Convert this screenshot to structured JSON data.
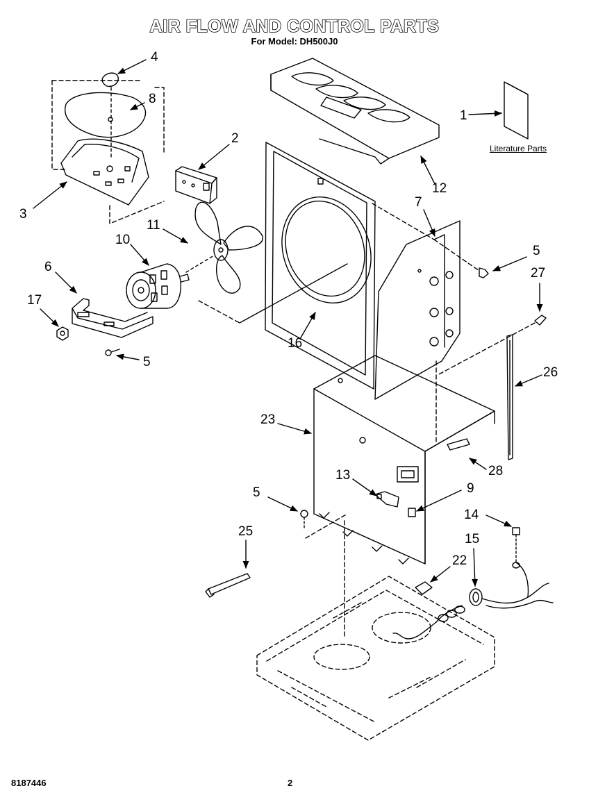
{
  "header": {
    "title": "AIR FLOW AND CONTROL PARTS",
    "subtitle": "For Model: DH500J0"
  },
  "callouts": {
    "c1": "1",
    "c2": "2",
    "c3": "3",
    "c4": "4",
    "c5a": "5",
    "c5b": "5",
    "c5c": "5",
    "c6": "6",
    "c7": "7",
    "c8": "8",
    "c9": "9",
    "c10": "10",
    "c11": "11",
    "c12": "12",
    "c13": "13",
    "c14": "14",
    "c15": "15",
    "c16": "16",
    "c17": "17",
    "c22": "22",
    "c23": "23",
    "c25": "25",
    "c26": "26",
    "c27": "27",
    "c28": "28"
  },
  "literature_label": "Literature Parts",
  "footer": {
    "doc_number": "8187446",
    "page": "2"
  }
}
